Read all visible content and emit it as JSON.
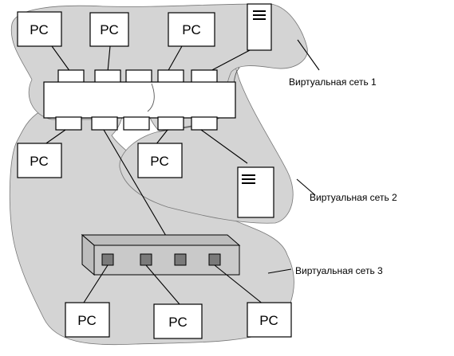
{
  "labels": {
    "vlan1": "Виртуальная сеть 1",
    "vlan2": "Виртуальная сеть 2",
    "vlan3": "Виртуальная сеть 3"
  },
  "pc_label": "PC",
  "colors": {
    "zone_fill": "#d4d4d4",
    "stroke": "#000000",
    "background": "#ffffff",
    "port_fill": "#7a7a7a"
  },
  "icons": {
    "server": "server-icon",
    "computer": "pc-box"
  }
}
